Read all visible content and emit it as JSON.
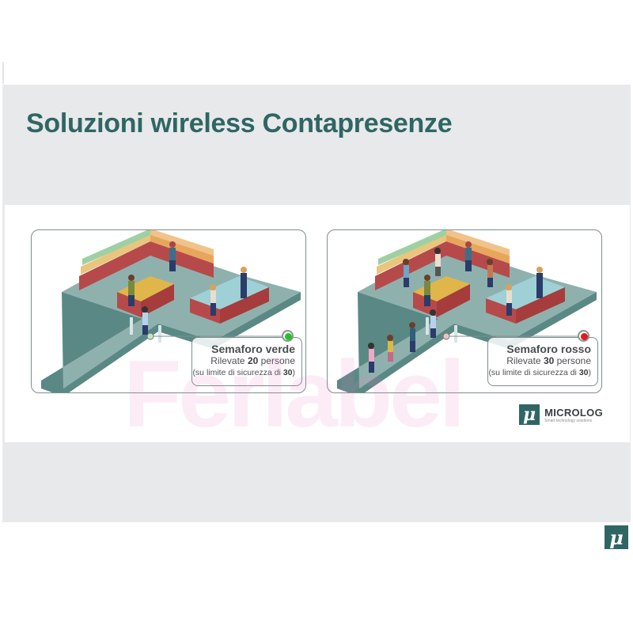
{
  "slide": {
    "title": "Soluzioni wireless Contapresenze",
    "background_color": "#e8e9ea",
    "title_color": "#2f6663"
  },
  "panels": [
    {
      "id": "green",
      "status_title": "Semaforo verde",
      "count_prefix": "Rilevate ",
      "count_value": "20",
      "count_suffix": " persone",
      "limit_prefix": "(su limite di sicurezza di ",
      "limit_value": "30",
      "limit_suffix": ")",
      "light_color": "#22c322",
      "people_in_queue": 0
    },
    {
      "id": "red",
      "status_title": "Semaforo rosso",
      "count_prefix": "Rilevate ",
      "count_value": "30",
      "count_suffix": " persone",
      "limit_prefix": "(su limite di sicurezza di ",
      "limit_value": "30",
      "limit_suffix": ")",
      "light_color": "#e01b1b",
      "people_in_queue": 4
    }
  ],
  "watermark": {
    "text": "Ferlabel"
  },
  "brand": {
    "symbol": "μ",
    "name": "MICROLOG",
    "tagline": "Smart technology solutions"
  },
  "corner_logo": {
    "symbol": "μ"
  },
  "icons": {
    "traffic_light_green": "green-light-icon",
    "traffic_light_red": "red-light-icon",
    "gate_sensor": "gate-sensor-icon",
    "brand_logo": "mu-logo-icon"
  }
}
